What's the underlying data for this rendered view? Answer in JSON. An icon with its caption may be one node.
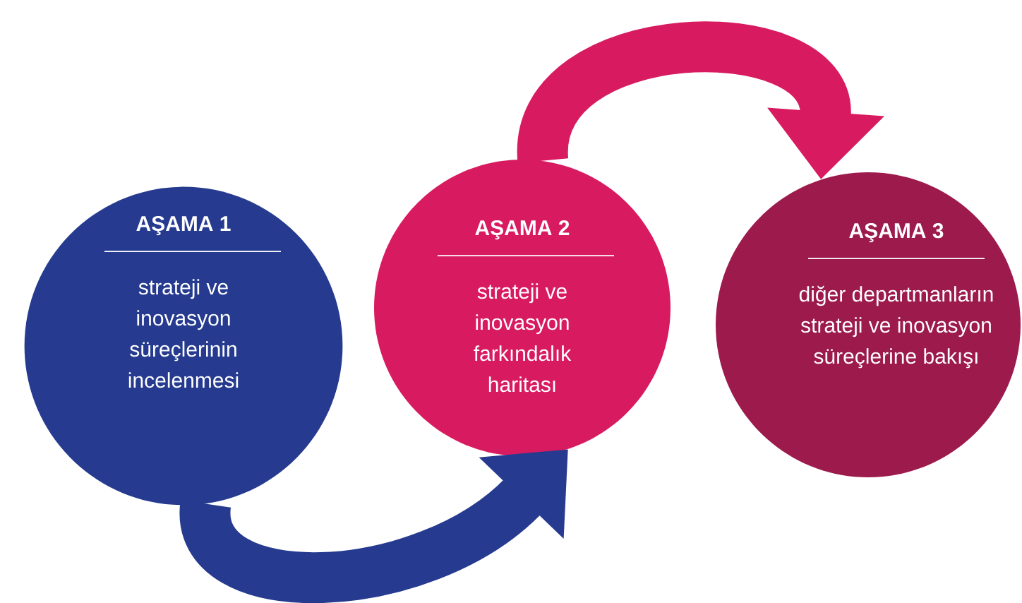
{
  "diagram": {
    "nodes": [
      {
        "text": [
          "AŞAMA 1",
          "strateji ve inovasyon süreçlerinin incelenmesi"
        ]
      },
      {
        "text": [
          "AŞAMA 2",
          "strateji ve inovasyon farkındalık haritası"
        ]
      },
      {
        "text": [
          "AŞAMA 3",
          "diğer departmanların strateji ve inovasyon süreçlerine bakışı"
        ]
      }
    ],
    "edges": [
      {
        "from": 0,
        "to": 1,
        "arrow": "to",
        "color": "#263b8f"
      },
      {
        "from": 1,
        "to": 2,
        "arrow": "to",
        "color": "#d81b60"
      }
    ]
  }
}
